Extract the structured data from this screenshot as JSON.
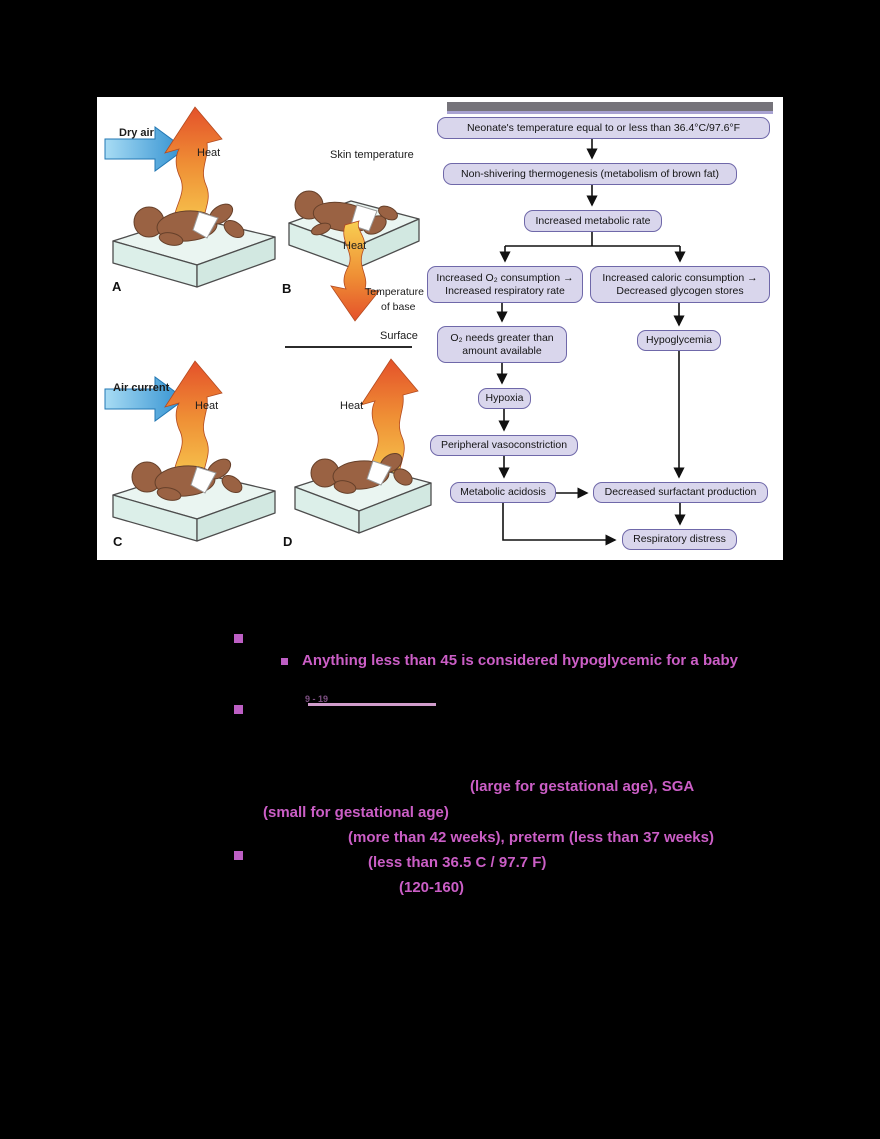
{
  "figure": {
    "panels": {
      "a": {
        "letter": "A",
        "air": "Dry air",
        "heat": "Heat"
      },
      "b": {
        "letter": "B",
        "skin": "Skin temperature",
        "heat": "Heat",
        "base1": "Temperature",
        "base2": "of base",
        "surface": "Surface"
      },
      "c": {
        "letter": "C",
        "air": "Air current",
        "heat": "Heat"
      },
      "d": {
        "letter": "D",
        "heat": "Heat"
      }
    },
    "flowchart": {
      "boxes": [
        {
          "text": "Neonate's temperature equal to or less than 36.4°C/97.6°F"
        },
        {
          "text": "Non-shivering thermogenesis (metabolism of brown fat)"
        },
        {
          "text": "Increased metabolic rate"
        },
        {
          "text": "Increased O₂ consumption → Increased respiratory rate"
        },
        {
          "text": "Increased caloric consumption → Decreased glycogen stores"
        },
        {
          "text": "O₂ needs greater than amount available"
        },
        {
          "text": "Hypoglycemia"
        },
        {
          "text": "Hypoxia"
        },
        {
          "text": "Peripheral vasoconstriction"
        },
        {
          "text": "Metabolic acidosis"
        },
        {
          "text": "Decreased surfactant production"
        },
        {
          "text": "Respiratory distress"
        }
      ]
    }
  },
  "notes": {
    "bullet1_text": "Anything less than 45 is considered hypoglycemic for a baby",
    "faint_ref": "9 - 19",
    "lga": "(large for gestational age), SGA",
    "sga": "(small for gestational age)",
    "term": "(more than 42 weeks), preterm (less than 37 weeks)",
    "temp": "(less than 36.5 C / 97.7 F)",
    "hr": "(120-160)"
  },
  "colors": {
    "accent_pink": "#cb5ec6",
    "flow_box_fill": "#d9d6ec",
    "flow_box_border": "#6f68a9",
    "header_gray": "#75737a",
    "heat_yellow": "#f8cf52",
    "heat_orange": "#e8622d",
    "air_blue": "#4da0d8",
    "mattress_mint": "#eaf5f1",
    "baby_brown": "#9a6243"
  }
}
